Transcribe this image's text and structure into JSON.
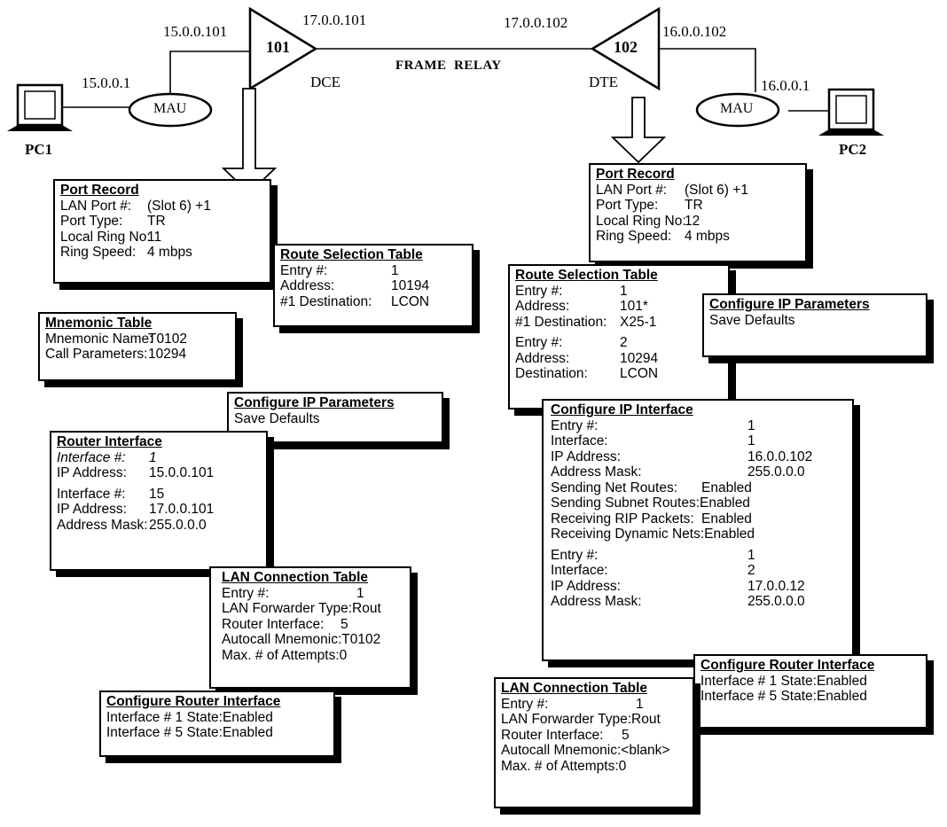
{
  "network": {
    "router1": {
      "label": "101",
      "ip_left": "15.0.0.101",
      "ip_right": "17.0.0.101",
      "role": "DCE"
    },
    "router2": {
      "label": "102",
      "ip_left": "17.0.0.102",
      "ip_right": "16.0.0.102",
      "role": "DTE"
    },
    "link_label": "FRAME  RELAY",
    "mau1": {
      "label": "MAU",
      "ip": "15.0.0.1"
    },
    "mau2": {
      "label": "MAU",
      "ip": "16.0.0.1"
    },
    "pc1": "PC1",
    "pc2": "PC2"
  },
  "left": {
    "port_record": {
      "title": "Port Record",
      "rows": [
        {
          "k": "LAN Port #:",
          "v": "(Slot 6) +1"
        },
        {
          "k": "Port Type:",
          "v": "TR"
        },
        {
          "k": "Local Ring No:",
          "v": "11"
        },
        {
          "k": "Ring Speed:",
          "v": "4 mbps"
        }
      ]
    },
    "route_selection": {
      "title": "Route Selection Table",
      "rows": [
        {
          "k": "Entry #:",
          "v": "1"
        },
        {
          "k": "Address:",
          "v": "10194"
        },
        {
          "k": "#1 Destination:",
          "v": "LCON"
        }
      ]
    },
    "mnemonic": {
      "title": "Mnemonic Table",
      "rows": [
        {
          "k": "Mnemonic Name:",
          "v": "T0102"
        },
        {
          "k": "Call Parameters:",
          "v": "10294"
        }
      ]
    },
    "configure_ip": {
      "title": "Configure IP Parameters",
      "line": "Save Defaults"
    },
    "router_interface": {
      "title": "Router Interface",
      "rows": [
        {
          "k": "Interface #:",
          "v": "1"
        },
        {
          "k": "IP Address:",
          "v": "15.0.0.101"
        },
        {
          "k": "Interface #:",
          "v": "15"
        },
        {
          "k": "IP Address:",
          "v": "17.0.0.101"
        },
        {
          "k": "Address Mask:",
          "v": "255.0.0.0"
        }
      ]
    },
    "lan_connection": {
      "title": "LAN Connection Table",
      "rows": [
        {
          "k": "Entry #:",
          "v": "1"
        },
        {
          "k": "LAN Forwarder Type:",
          "v": "Rout"
        },
        {
          "k": "Router Interface:",
          "v": "5"
        },
        {
          "k": "Autocall Mnemonic:",
          "v": "T0102"
        },
        {
          "k": "Max. # of Attempts:",
          "v": "0"
        }
      ]
    },
    "configure_router": {
      "title": "Configure Router Interface",
      "lines": [
        "Interface # 1 State:Enabled",
        "Interface # 5 State:Enabled"
      ]
    }
  },
  "right": {
    "port_record": {
      "title": "Port Record",
      "rows": [
        {
          "k": "LAN Port #:",
          "v": "(Slot 6) +1"
        },
        {
          "k": "Port Type:",
          "v": "TR"
        },
        {
          "k": "Local Ring No:",
          "v": "12"
        },
        {
          "k": "Ring Speed:",
          "v": "4 mbps"
        }
      ]
    },
    "route_selection": {
      "title": "Route Selection Table",
      "rows": [
        {
          "k": "Entry #:",
          "v": "1"
        },
        {
          "k": "Address:",
          "v": "101*"
        },
        {
          "k": "#1 Destination:",
          "v": "X25-1"
        },
        {
          "k": "Entry #:",
          "v": "2"
        },
        {
          "k": "Address:",
          "v": "10294"
        },
        {
          "k": "Destination:",
          "v": "LCON"
        }
      ]
    },
    "configure_ip": {
      "title": "Configure IP Parameters",
      "line": "Save Defaults"
    },
    "configure_ip_interface": {
      "title": "Configure IP Interface",
      "rows": [
        {
          "k": "Entry #:",
          "v": "1"
        },
        {
          "k": "Interface:",
          "v": "1"
        },
        {
          "k": "IP Address:",
          "v": "16.0.0.102"
        },
        {
          "k": "Address Mask:",
          "v": "255.0.0.0"
        },
        {
          "k": "Sending Net Routes:",
          "v": "Enabled"
        },
        {
          "k": "Sending Subnet Routes:",
          "v": "Enabled"
        },
        {
          "k": "Receiving RIP Packets:",
          "v": "Enabled"
        },
        {
          "k": "Receiving Dynamic Nets:",
          "v": "Enabled"
        },
        {
          "k": "Entry #:",
          "v": "1"
        },
        {
          "k": "Interface:",
          "v": "2"
        },
        {
          "k": "IP Address:",
          "v": "17.0.0.12"
        },
        {
          "k": "Address Mask:",
          "v": "255.0.0.0"
        }
      ]
    },
    "configure_router": {
      "title": "Configure Router Interface",
      "lines": [
        "Interface # 1 State:Enabled",
        "Interface # 5 State:Enabled"
      ]
    },
    "lan_connection": {
      "title": "LAN Connection Table",
      "rows": [
        {
          "k": "Entry #:",
          "v": "1"
        },
        {
          "k": "LAN Forwarder Type:",
          "v": "Rout"
        },
        {
          "k": "Router Interface:",
          "v": "5"
        },
        {
          "k": "Autocall Mnemonic:",
          "v": "<blank>"
        },
        {
          "k": "Max. # of Attempts:",
          "v": "0"
        }
      ]
    }
  }
}
